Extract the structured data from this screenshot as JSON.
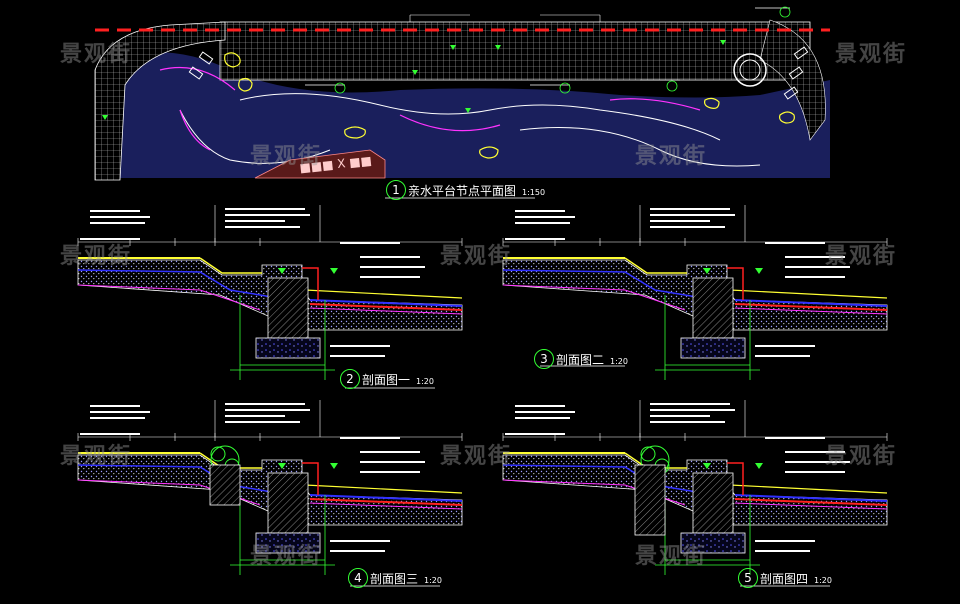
{
  "watermark": "景观街",
  "plan": {
    "title": "亲水平台节点平面图",
    "number": "1",
    "scale": "1:150"
  },
  "sections": [
    {
      "number": "2",
      "title": "剖面图一",
      "scale": "1:20"
    },
    {
      "number": "3",
      "title": "剖面图二",
      "scale": "1:20"
    },
    {
      "number": "4",
      "title": "剖面图三",
      "scale": "1:20"
    },
    {
      "number": "5",
      "title": "剖面图四",
      "scale": "1:20"
    }
  ],
  "colors": {
    "background": "#000000",
    "water": "#1a1f5c",
    "cad_white": "#ffffff",
    "cad_green": "#33ff33",
    "cad_red": "#ff2020",
    "cad_yellow": "#ffff33",
    "cad_magenta": "#ff33ff",
    "cad_cyan": "#33ffff",
    "cad_blue": "#3030ff"
  }
}
